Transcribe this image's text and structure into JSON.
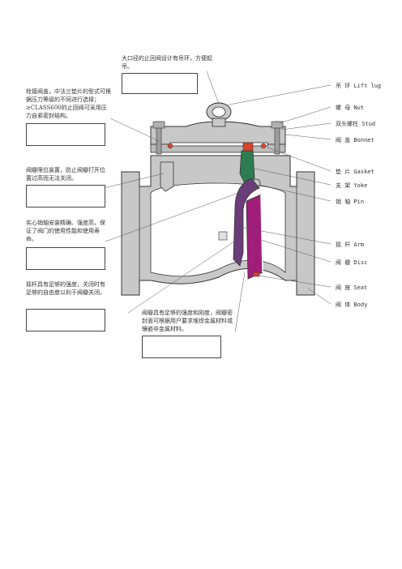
{
  "notes": {
    "lift_ring": "大口径的止回阀设计有吊环，方便起吊。",
    "bolted_bonnet": "栓接阀盖，中法兰垫片的型式可根据压力等级的不同进行选择；≥CLASS600的止回阀可采用压力自紧密封结构。",
    "disc_stop": "阀瓣限位装置，防止阀瓣打开位置过高而无法关闭。",
    "pin": "实心销轴安装精确、强度高，保证了阀门的使用性能和使用寿命。",
    "arm": "摇杆具有足够的强度，关闭时有足够的自由度以利于阀瓣关闭。",
    "disc": "阀瓣具有足够的强度和刚度，阀瓣密封面可根据用户要求堆焊金属材料或镶嵌非金属材料。"
  },
  "labels": {
    "lift_lug": "吊 环 Lift lug",
    "nut": "螺 母 Nut",
    "stud": "双头螺柱 Stud",
    "bonnet": "阀 盖 Bonnet",
    "gasket": "垫 片 Gasket",
    "yoke": "支 架 Yoke",
    "pin": "销 轴 Pin",
    "arm": "摇 杆 Arm",
    "disc": "阀 瓣 Disc",
    "seat": "阀 座 Seat",
    "body": "阀 体 Body"
  },
  "colors": {
    "body": "#c8c8c8",
    "yoke": "#2e7d52",
    "arm": "#6a3d7a",
    "disc": "#a01d7a",
    "gasket": "#d8442a",
    "outline": "#333333"
  }
}
